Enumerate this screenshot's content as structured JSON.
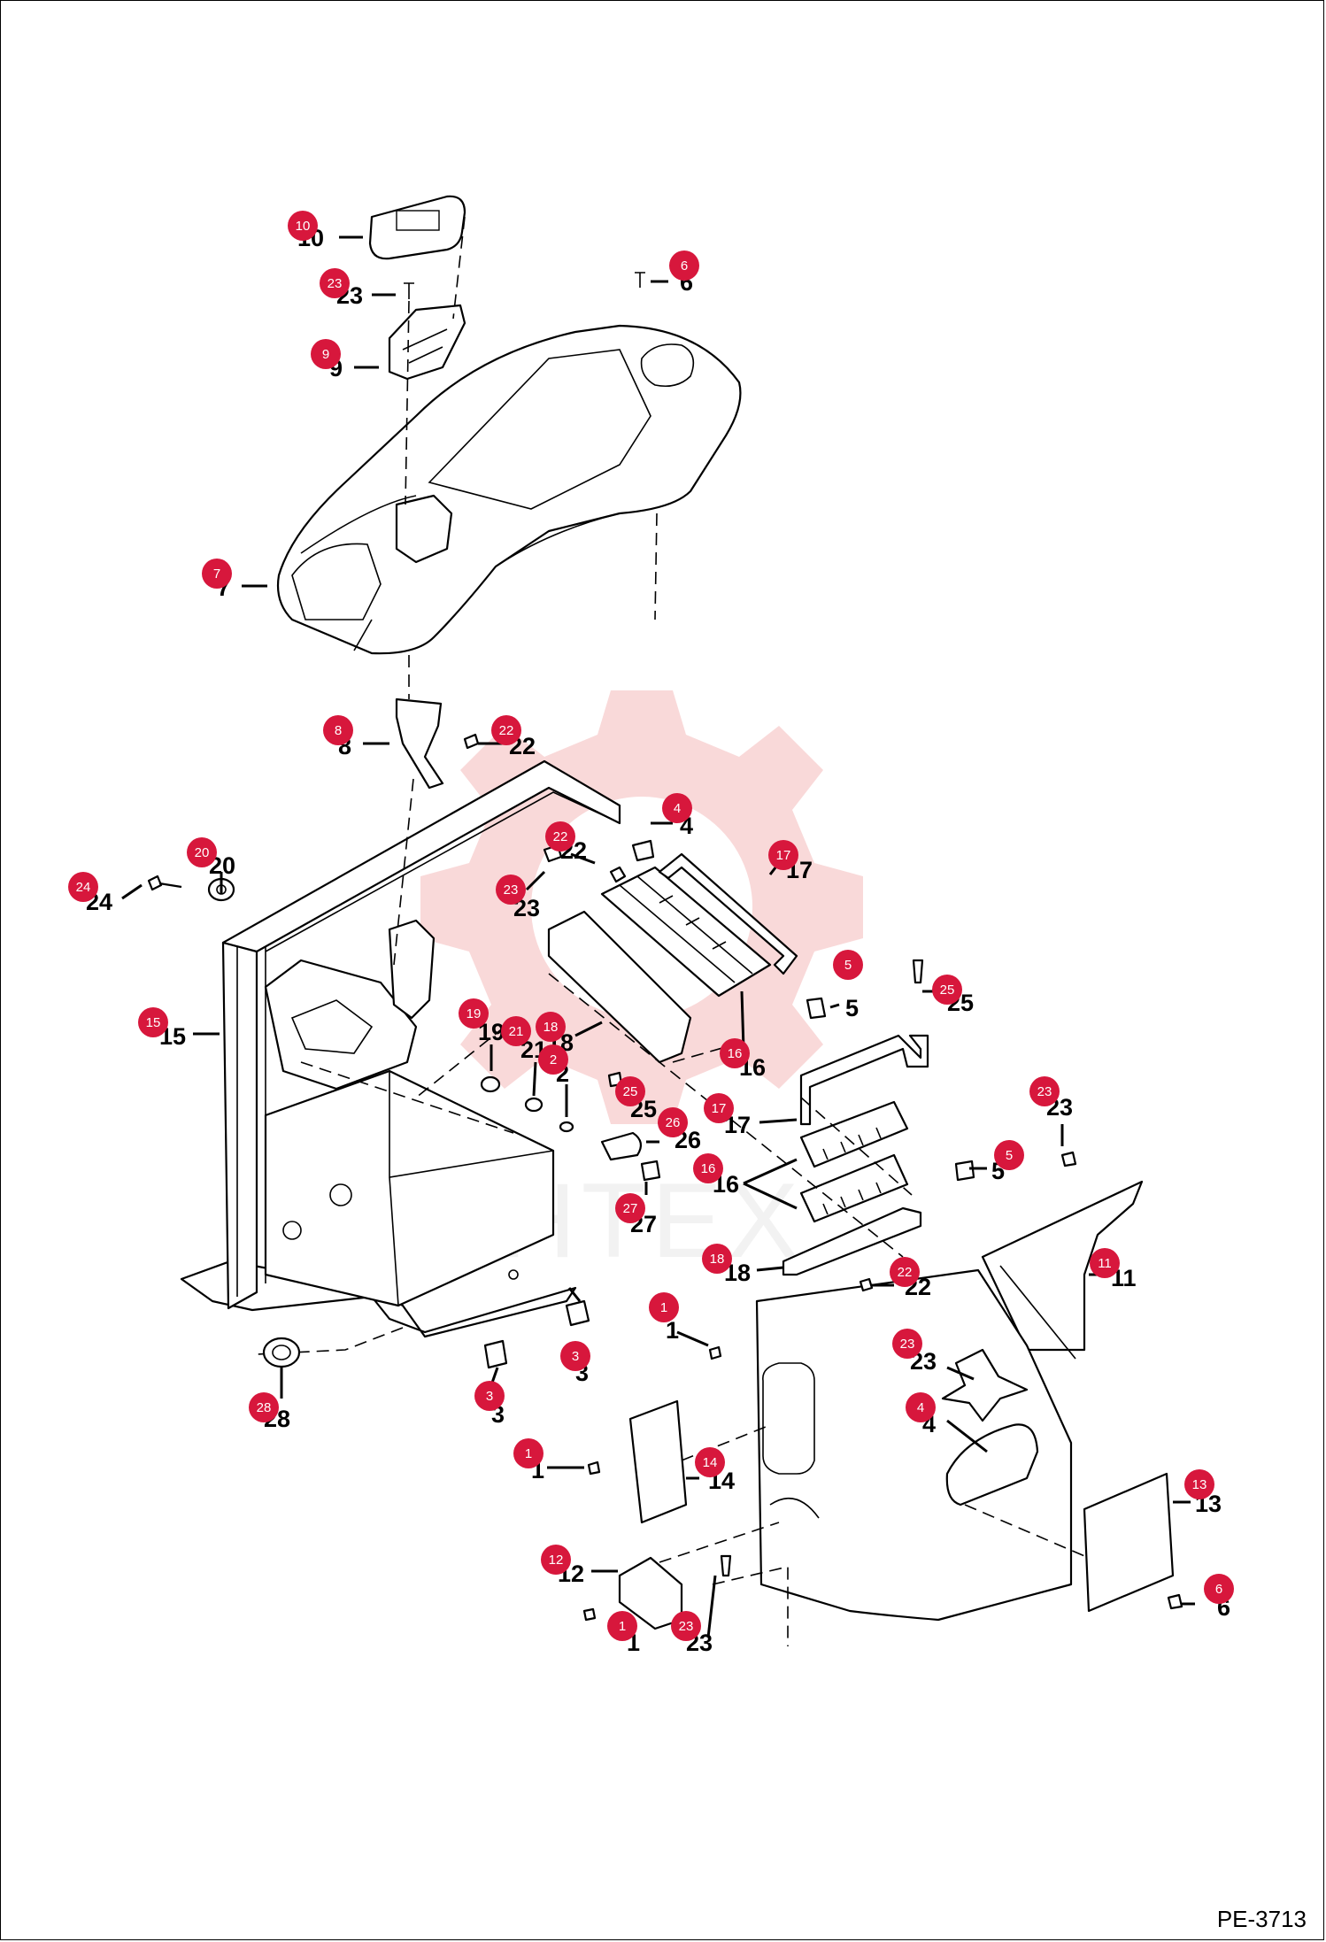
{
  "diagram": {
    "page_id": "PE-3713",
    "watermark_text": "ИНТЕХ",
    "colors": {
      "callout": "#d7173c",
      "watermark": "#f4b9b9",
      "ink": "#000000"
    },
    "callouts": [
      {
        "id": "c10",
        "number": "10"
      },
      {
        "id": "c23a",
        "number": "23"
      },
      {
        "id": "c9",
        "number": "9"
      },
      {
        "id": "c6a",
        "number": "6"
      },
      {
        "id": "c7",
        "number": "7"
      },
      {
        "id": "c8",
        "number": "8"
      },
      {
        "id": "c22a",
        "number": "22"
      },
      {
        "id": "c4a",
        "number": "4"
      },
      {
        "id": "c20",
        "number": "20"
      },
      {
        "id": "c24",
        "number": "24"
      },
      {
        "id": "c22b",
        "number": "22"
      },
      {
        "id": "c23b",
        "number": "23"
      },
      {
        "id": "c17a",
        "number": "17"
      },
      {
        "id": "c15",
        "number": "15"
      },
      {
        "id": "c19",
        "number": "19"
      },
      {
        "id": "c21",
        "number": "21"
      },
      {
        "id": "c18a",
        "number": "18"
      },
      {
        "id": "c2",
        "number": "2"
      },
      {
        "id": "c5a",
        "number": "5"
      },
      {
        "id": "c25a",
        "number": "25"
      },
      {
        "id": "c16a",
        "number": "16"
      },
      {
        "id": "c25b",
        "number": "25"
      },
      {
        "id": "c26",
        "number": "26"
      },
      {
        "id": "c17b",
        "number": "17"
      },
      {
        "id": "c16b",
        "number": "16"
      },
      {
        "id": "c27",
        "number": "27"
      },
      {
        "id": "c23c",
        "number": "23"
      },
      {
        "id": "c5b",
        "number": "5"
      },
      {
        "id": "c18b",
        "number": "18"
      },
      {
        "id": "c22c",
        "number": "22"
      },
      {
        "id": "c11",
        "number": "11"
      },
      {
        "id": "c1a",
        "number": "1"
      },
      {
        "id": "c3a",
        "number": "3"
      },
      {
        "id": "c3b",
        "number": "3"
      },
      {
        "id": "c28",
        "number": "28"
      },
      {
        "id": "c23d",
        "number": "23"
      },
      {
        "id": "c4b",
        "number": "4"
      },
      {
        "id": "c1b",
        "number": "1"
      },
      {
        "id": "c14",
        "number": "14"
      },
      {
        "id": "c13",
        "number": "13"
      },
      {
        "id": "c12",
        "number": "12"
      },
      {
        "id": "c23e",
        "number": "23"
      },
      {
        "id": "c1c",
        "number": "1"
      },
      {
        "id": "c6b",
        "number": "6"
      }
    ],
    "labels": [
      {
        "id": "l10",
        "text": "10"
      },
      {
        "id": "l23a",
        "text": "23"
      },
      {
        "id": "l9",
        "text": "9"
      },
      {
        "id": "l6a",
        "text": "6"
      },
      {
        "id": "l7",
        "text": "7"
      },
      {
        "id": "l8",
        "text": "8"
      },
      {
        "id": "l22a",
        "text": "22"
      },
      {
        "id": "l4a",
        "text": "4"
      },
      {
        "id": "l20",
        "text": "20"
      },
      {
        "id": "l24",
        "text": "24"
      },
      {
        "id": "l22b",
        "text": "22"
      },
      {
        "id": "l23b",
        "text": "23"
      },
      {
        "id": "l17a",
        "text": "17"
      },
      {
        "id": "l15",
        "text": "15"
      },
      {
        "id": "l19",
        "text": "19"
      },
      {
        "id": "l21",
        "text": "21"
      },
      {
        "id": "l18a",
        "text": "18"
      },
      {
        "id": "l2",
        "text": "2"
      },
      {
        "id": "l5a",
        "text": "5"
      },
      {
        "id": "l25a",
        "text": "25"
      },
      {
        "id": "l16a",
        "text": "16"
      },
      {
        "id": "l25b",
        "text": "25"
      },
      {
        "id": "l26",
        "text": "26"
      },
      {
        "id": "l17b",
        "text": "17"
      },
      {
        "id": "l16b",
        "text": "16"
      },
      {
        "id": "l27",
        "text": "27"
      },
      {
        "id": "l23c",
        "text": "23"
      },
      {
        "id": "l5b",
        "text": "5"
      },
      {
        "id": "l18b",
        "text": "18"
      },
      {
        "id": "l22c",
        "text": "22"
      },
      {
        "id": "l11",
        "text": "11"
      },
      {
        "id": "l1a",
        "text": "1"
      },
      {
        "id": "l3a",
        "text": "3"
      },
      {
        "id": "l3b",
        "text": "3"
      },
      {
        "id": "l28",
        "text": "28"
      },
      {
        "id": "l23d",
        "text": "23"
      },
      {
        "id": "l4b",
        "text": "4"
      },
      {
        "id": "l1b",
        "text": "1"
      },
      {
        "id": "l14",
        "text": "14"
      },
      {
        "id": "l13",
        "text": "13"
      },
      {
        "id": "l12",
        "text": "12"
      },
      {
        "id": "l23e",
        "text": "23"
      },
      {
        "id": "l1c",
        "text": "1"
      },
      {
        "id": "l6b",
        "text": "6"
      }
    ]
  }
}
